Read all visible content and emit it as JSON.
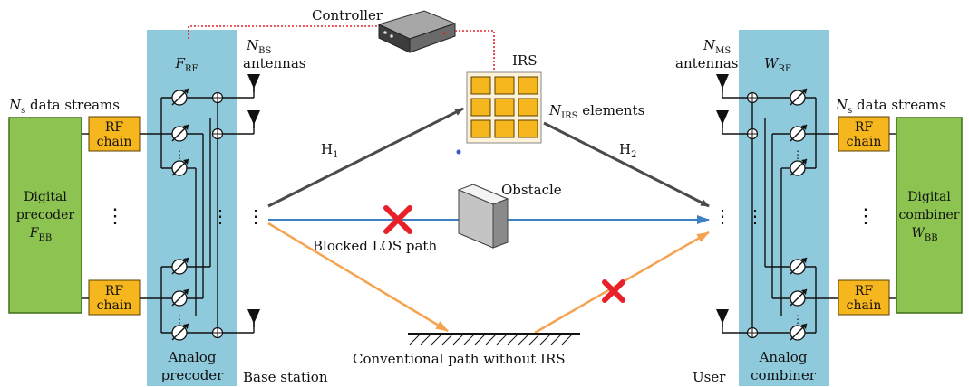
{
  "labels": {
    "controller": "Controller",
    "irs": "IRS",
    "irs_elements_sym": "N",
    "irs_elements_sub": "IRS",
    "irs_elements_text": " elements",
    "h1": "H",
    "h1_sub": "1",
    "h2": "H",
    "h2_sub": "2",
    "obstacle": "Obstacle",
    "blocked": "Blocked LOS path",
    "conventional": "Conventional path without IRS",
    "base_station": "Base station",
    "user": "User"
  },
  "bs": {
    "antennas_sym": "N",
    "antennas_sub": "BS",
    "antennas_text": "antennas",
    "streams_sym": "N",
    "streams_sub": "s",
    "streams_text": " data streams",
    "precoder_sym": "F",
    "precoder_sub": "RF",
    "analog_line1": "Analog",
    "analog_line2": "precoder",
    "digital_line1": "Digital",
    "digital_line2": "precoder",
    "digital_sym": "F",
    "digital_sub": "BB",
    "rf_line1": "RF",
    "rf_line2": "chain",
    "dots": "⋮"
  },
  "ms": {
    "antennas_sym": "N",
    "antennas_sub": "MS",
    "antennas_text": "antennas",
    "streams_sym": "N",
    "streams_sub": "s",
    "streams_text": " data streams",
    "combiner_sym": "W",
    "combiner_sub": "RF",
    "analog_line1": "Analog",
    "analog_line2": "combiner",
    "digital_line1": "Digital",
    "digital_line2": "combiner",
    "digital_sym": "W",
    "digital_sub": "BB",
    "rf_line1": "RF",
    "rf_line2": "chain",
    "dots": "⋮"
  },
  "colors": {
    "blue_panel": "#8ecadb",
    "green_box": "#8dc451",
    "rf_chain": "#f6b61e",
    "irs": "#f6b61e",
    "gray_path": "#4a4a4a",
    "blue_path": "#3f82c4",
    "orange_path": "#f5a350",
    "cross": "#e8202a",
    "control_link": "#e8202a"
  }
}
